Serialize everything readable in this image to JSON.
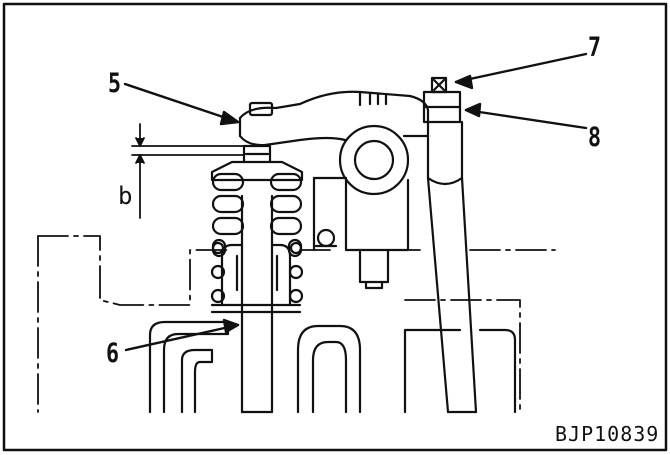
{
  "figure": {
    "code": "BJP10839",
    "line_color": "#111111",
    "background": "#ffffff"
  },
  "callouts": {
    "c5": "5",
    "c6": "6",
    "c7": "7",
    "c8": "8"
  },
  "dimension": {
    "label": "b"
  }
}
